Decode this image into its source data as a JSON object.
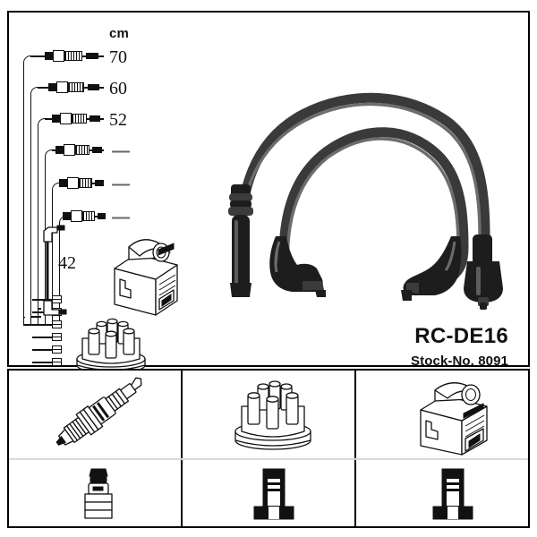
{
  "product": {
    "title": "RC-DE16",
    "stock_label": "Stock-No. 8091"
  },
  "scale": {
    "unit": "cm",
    "rows": [
      {
        "id": "lead-1",
        "length": "70"
      },
      {
        "id": "lead-2",
        "length": "60"
      },
      {
        "id": "lead-3",
        "length": "52"
      },
      {
        "id": "lead-4",
        "length": "—"
      },
      {
        "id": "lead-5",
        "length": "—"
      },
      {
        "id": "lead-6",
        "length": "—"
      }
    ],
    "coil_lead": "42"
  },
  "diagram": {
    "ignition_coil": "ignition-coil",
    "distributor_cap": "distributor-cap",
    "coil_lead_wire": "coil-lead-wire",
    "photo": "spark-plug-wire-set-photo"
  },
  "component_grid": {
    "cells": [
      {
        "top": "spark-plug",
        "bottom": "spark-plug-connector-boot"
      },
      {
        "top": "distributor-cap",
        "bottom": "distributor-cap-connector"
      },
      {
        "top": "ignition-coil",
        "bottom": "ignition-coil-connector"
      }
    ]
  },
  "colors": {
    "line": "#111111",
    "background": "#ffffff",
    "cable": "#3a3a3a",
    "divider": "#d9d9d9"
  }
}
